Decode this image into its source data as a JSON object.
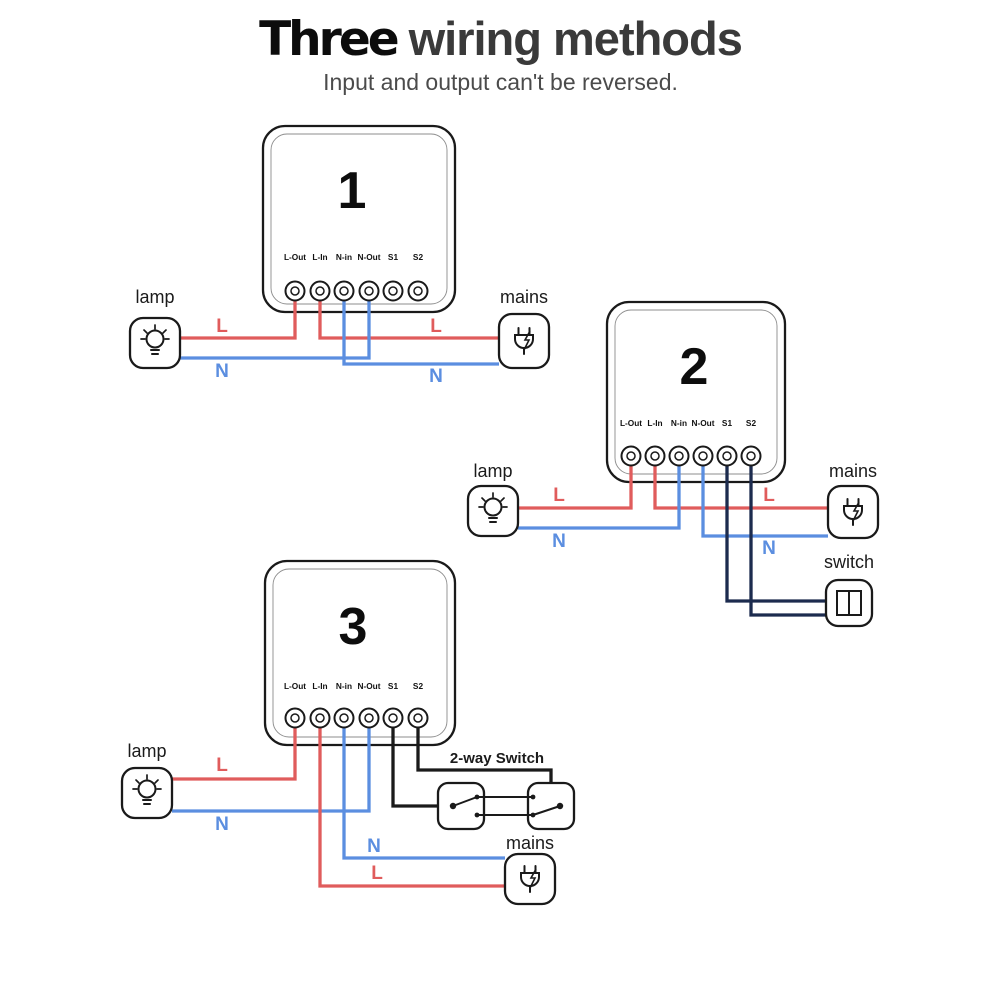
{
  "header": {
    "title_bold": "Three",
    "title_rest": "wiring methods",
    "subtitle": "Input and output can't be reversed."
  },
  "terminals": [
    "L-Out",
    "L-In",
    "N-in",
    "N-Out",
    "S1",
    "S2"
  ],
  "numbers": [
    "1",
    "2",
    "3"
  ],
  "labels": {
    "lamp": "lamp",
    "mains": "mains",
    "switch": "switch",
    "two_way_switch": "2-way Switch",
    "live": "L",
    "neutral": "N"
  },
  "colors": {
    "live_wire": "#E05C5C",
    "neutral_wire": "#5B8EE0",
    "switch_wire_navy": "#1C2B4E",
    "switch_wire_black": "#1A1A1A",
    "outline": "#1A1A1A",
    "title": "#0C0C0C",
    "subtitle_text": "#4B4B4B"
  }
}
